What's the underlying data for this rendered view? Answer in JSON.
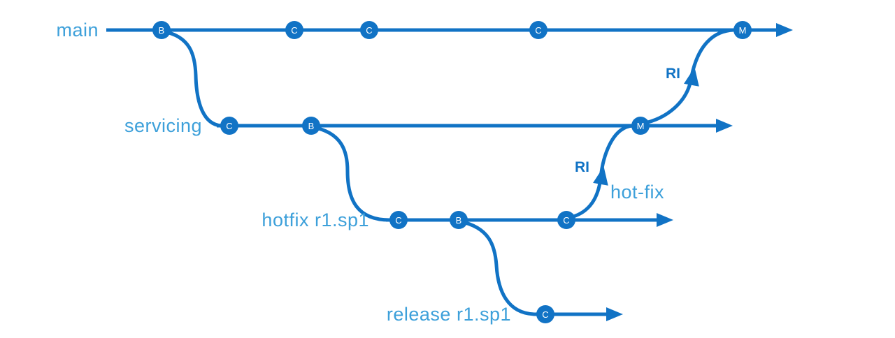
{
  "colors": {
    "line": "#1173c5",
    "node_fill": "#1173c5",
    "node_letter": "#ffffff",
    "branch_label": "#3da0da",
    "ri_label": "#1173c5"
  },
  "branches": {
    "main": {
      "label": "main"
    },
    "servicing": {
      "label": "servicing"
    },
    "hotfix": {
      "label": "hotfix r1.sp1"
    },
    "release": {
      "label": "release r1.sp1"
    }
  },
  "annotations": {
    "ri_upper": "RI",
    "ri_lower": "RI",
    "hotfix_merge": "hot-fix"
  },
  "nodes": {
    "main": [
      {
        "letter": "B"
      },
      {
        "letter": "C"
      },
      {
        "letter": "C"
      },
      {
        "letter": "C"
      },
      {
        "letter": "M"
      }
    ],
    "servicing": [
      {
        "letter": "C"
      },
      {
        "letter": "B"
      },
      {
        "letter": "M"
      }
    ],
    "hotfix": [
      {
        "letter": "C"
      },
      {
        "letter": "B"
      },
      {
        "letter": "C"
      }
    ],
    "release": [
      {
        "letter": "C"
      }
    ]
  }
}
